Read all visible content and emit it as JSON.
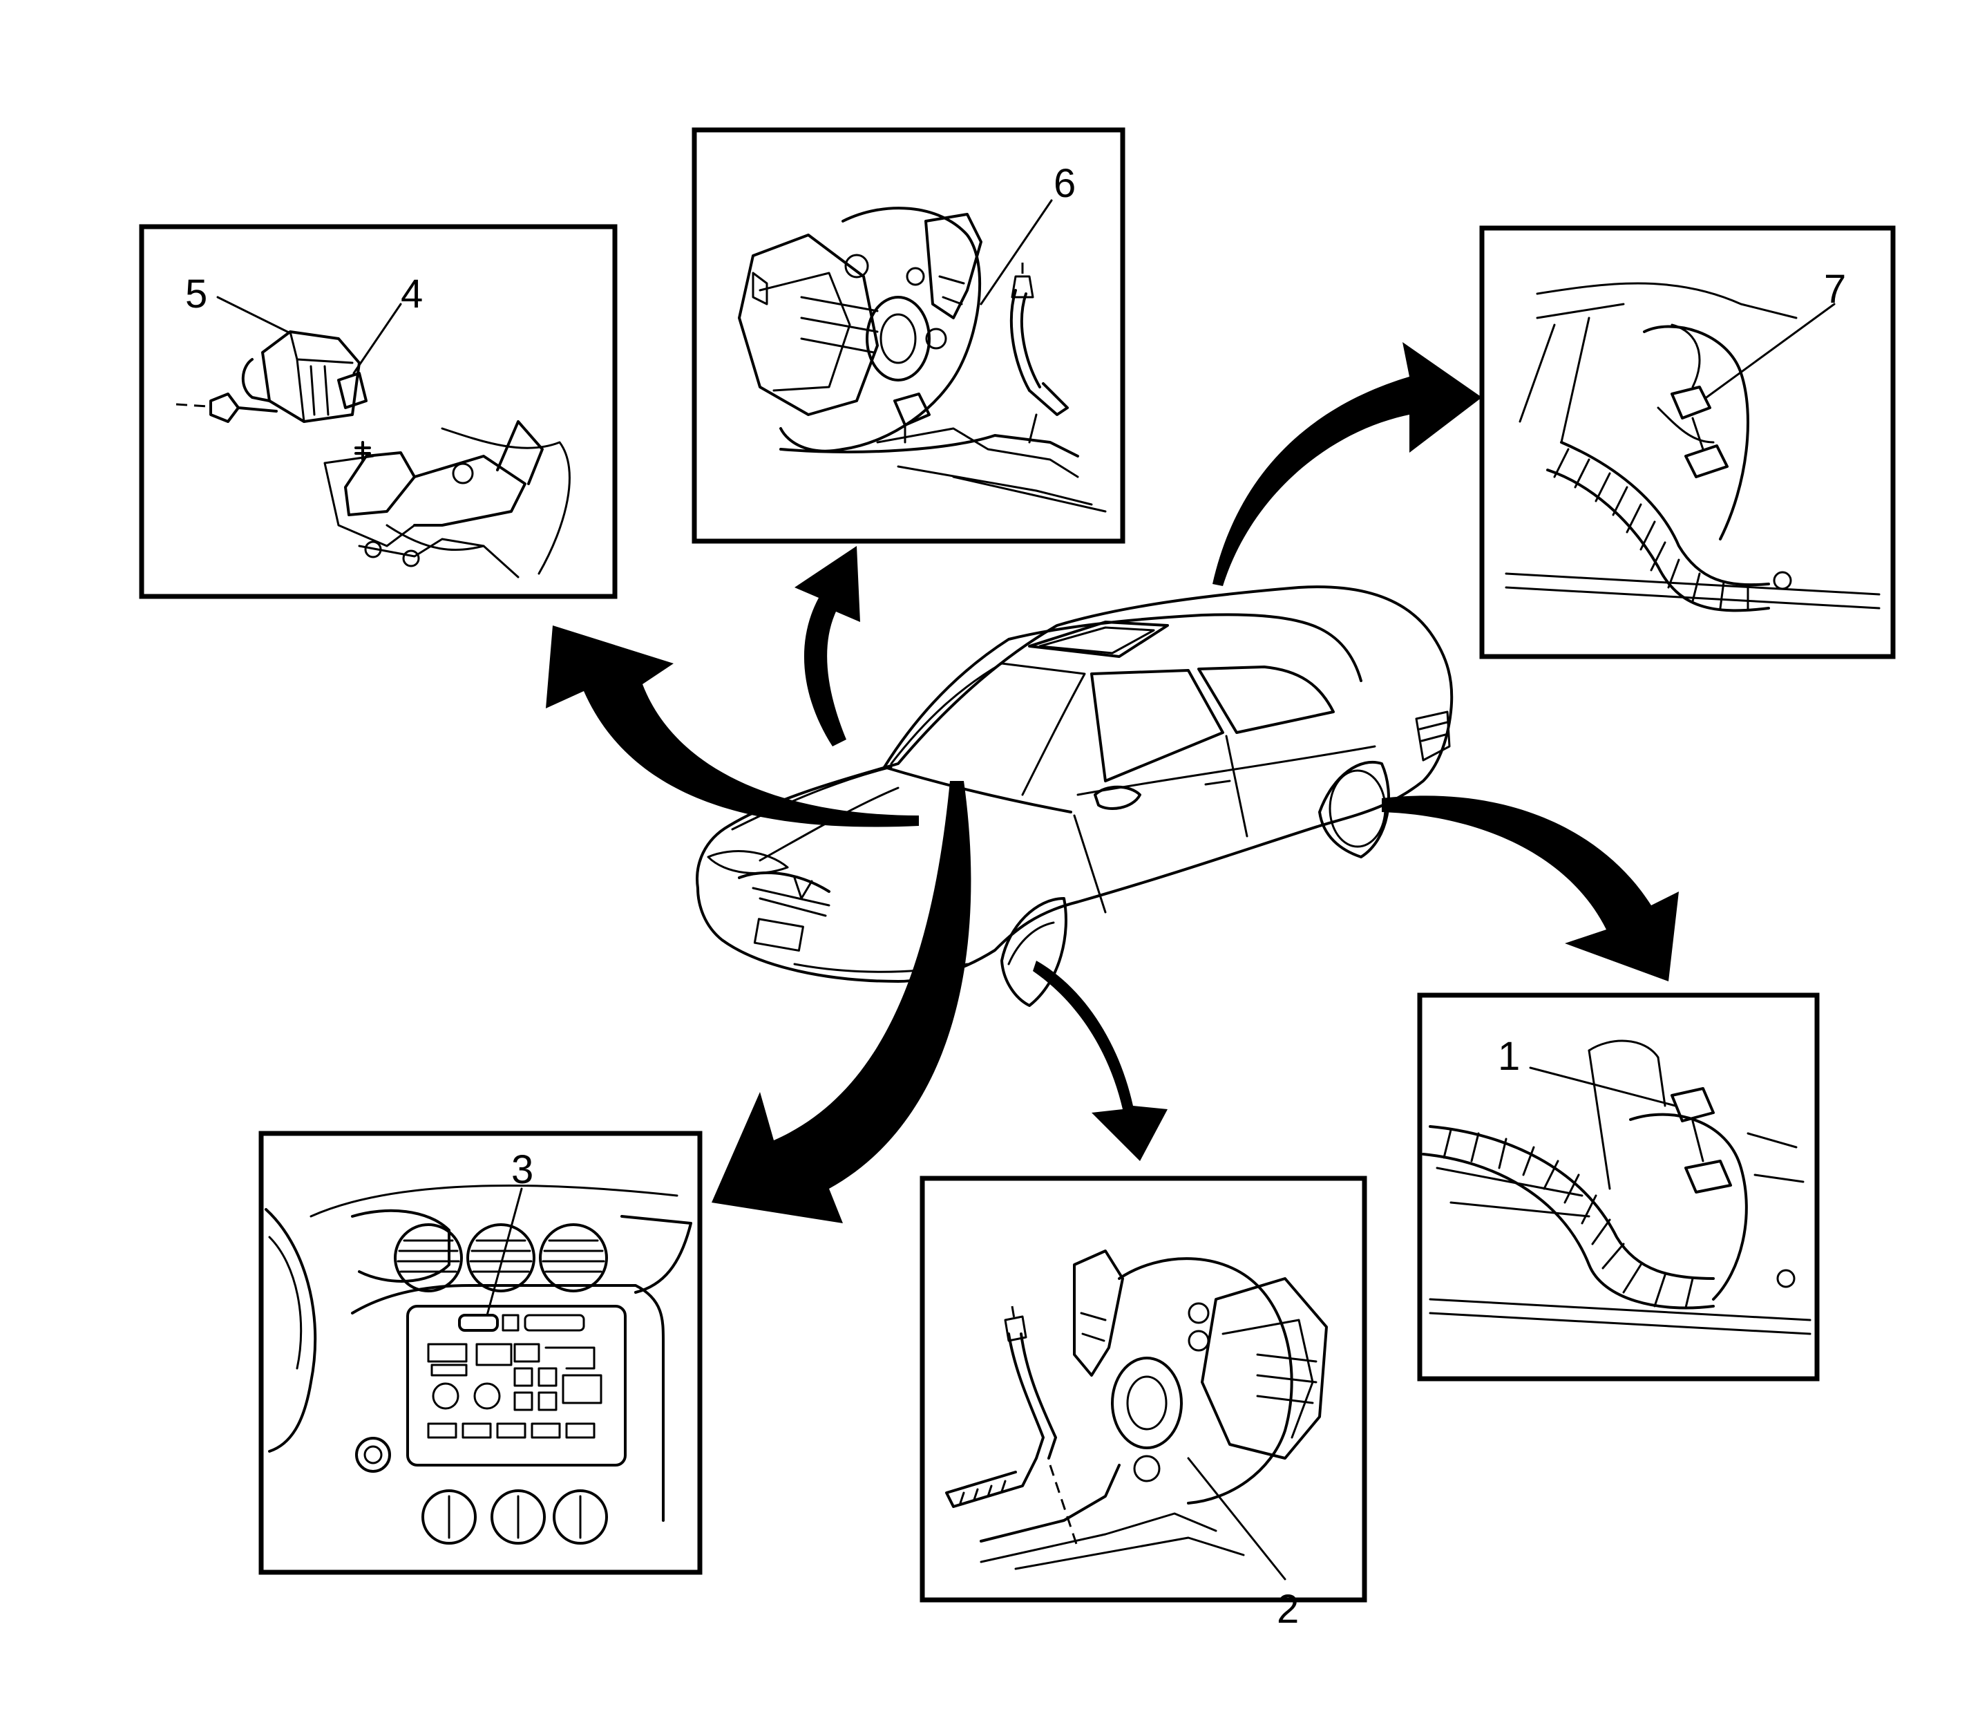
{
  "diagram": {
    "colors": {
      "line": "#000000",
      "background": "#ffffff"
    },
    "callouts": [
      {
        "id": "1",
        "label": "1",
        "component": "wiring-harness-connector-right-rear"
      },
      {
        "id": "2",
        "label": "2",
        "component": "wheel-speed-sensor-left-front"
      },
      {
        "id": "3",
        "label": "3",
        "component": "dash-control-button"
      },
      {
        "id": "4",
        "label": "4",
        "component": "sensor-module-connector"
      },
      {
        "id": "5",
        "label": "5",
        "component": "sensor-module"
      },
      {
        "id": "6",
        "label": "6",
        "component": "wheel-speed-sensor-right-front"
      },
      {
        "id": "7",
        "label": "7",
        "component": "wiring-harness-connector-left-rear"
      }
    ],
    "panels": [
      "panel-sensor-module",
      "panel-right-front-wheel",
      "panel-left-rear-harness",
      "panel-right-rear-harness",
      "panel-left-front-wheel",
      "panel-dash-controls"
    ],
    "center": "vehicle-coupe-illustration"
  }
}
